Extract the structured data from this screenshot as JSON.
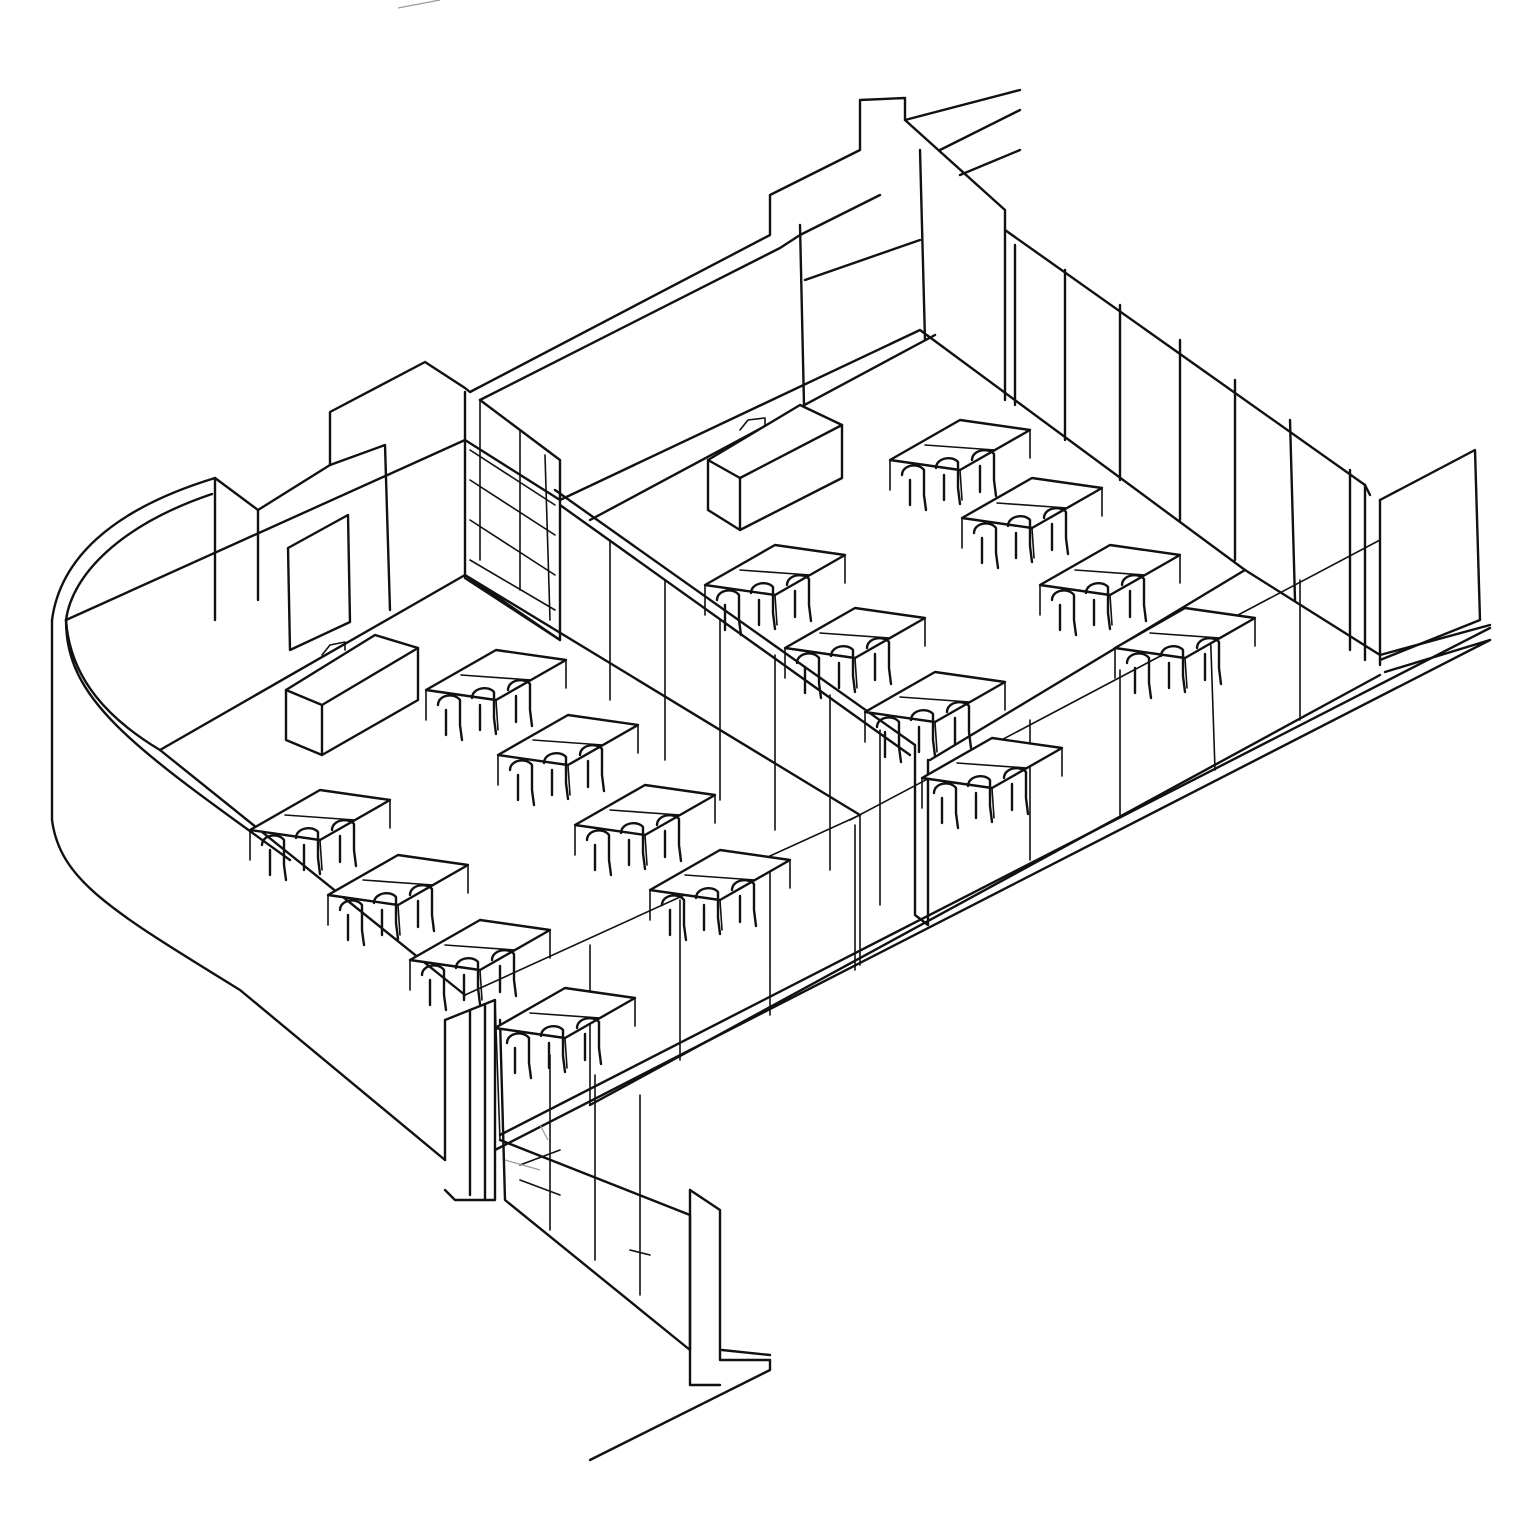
{
  "drawing": {
    "kind": "axonometric sketch",
    "ink_color": "#111111",
    "paper_color": "#ffffff",
    "rooms": [
      {
        "name": "left-classroom",
        "desk_rows": 3,
        "desk_columns": 3,
        "has_teacher_desk": true
      },
      {
        "name": "right-classroom",
        "desk_rows": 3,
        "desk_columns": 3,
        "has_teacher_desk": true
      }
    ]
  }
}
